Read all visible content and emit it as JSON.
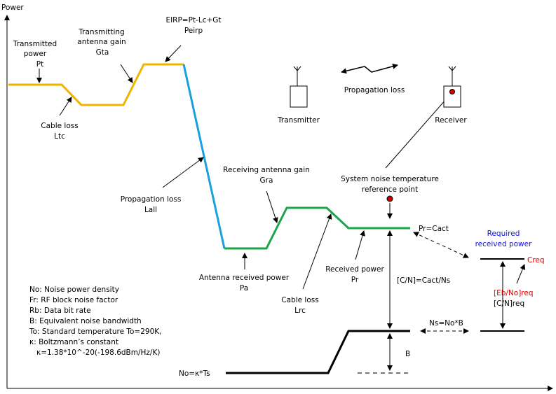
{
  "axis": {
    "y_label": "Power"
  },
  "colors": {
    "yellow": "#f0b400",
    "blue": "#1aa0de",
    "green": "#1aa64a",
    "black": "#000000",
    "red": "#e00000",
    "title_blue": "#1010e0"
  },
  "labels": {
    "transmitted_power": [
      "Transmitted",
      "power",
      "Pt"
    ],
    "cable_loss_tx": [
      "Cable loss",
      "Ltc"
    ],
    "tx_antenna_gain": [
      "Transmitting",
      "antenna gain",
      "Gta"
    ],
    "eirp": [
      "EIRP=Pt-Lc+Gt",
      "Peirp"
    ],
    "propagation_loss": [
      "Propagation loss",
      "Lall"
    ],
    "rx_antenna_gain": [
      "Receiving antenna gain",
      "Gra"
    ],
    "antenna_received_power": [
      "Antenna received power",
      "Pa"
    ],
    "cable_loss_rx": [
      "Cable loss",
      "Lrc"
    ],
    "received_power": [
      "Received power",
      "Pr"
    ],
    "system_noise_ref": [
      "System noise temperature",
      "reference point"
    ],
    "transmitter": "Transmitter",
    "receiver": "Receiver",
    "propagation_loss_legend": "Propagation loss",
    "pr_cact": "Pr=Cact",
    "required_power": [
      "Required",
      "received power"
    ],
    "creq": "Creq",
    "ebno_req": "[Eb/No]req",
    "cn_req": "[C/N]req",
    "cn_act": "[C/N]=Cact/Ns",
    "ns": "Ns=No*B",
    "b": "B",
    "no_kts": "No=κ*Ts"
  },
  "legend_lines": [
    "No: Noise power density",
    "Fr: RF block noise factor",
    "Rb: Data bit rate",
    "B: Equivalent noise bandwidth",
    "To: Standard temperature  To=290K,",
    "κ: Boltzmann’s constant",
    "   κ=1.38*10^-20(-198.6dBm/Hz/K)"
  ]
}
